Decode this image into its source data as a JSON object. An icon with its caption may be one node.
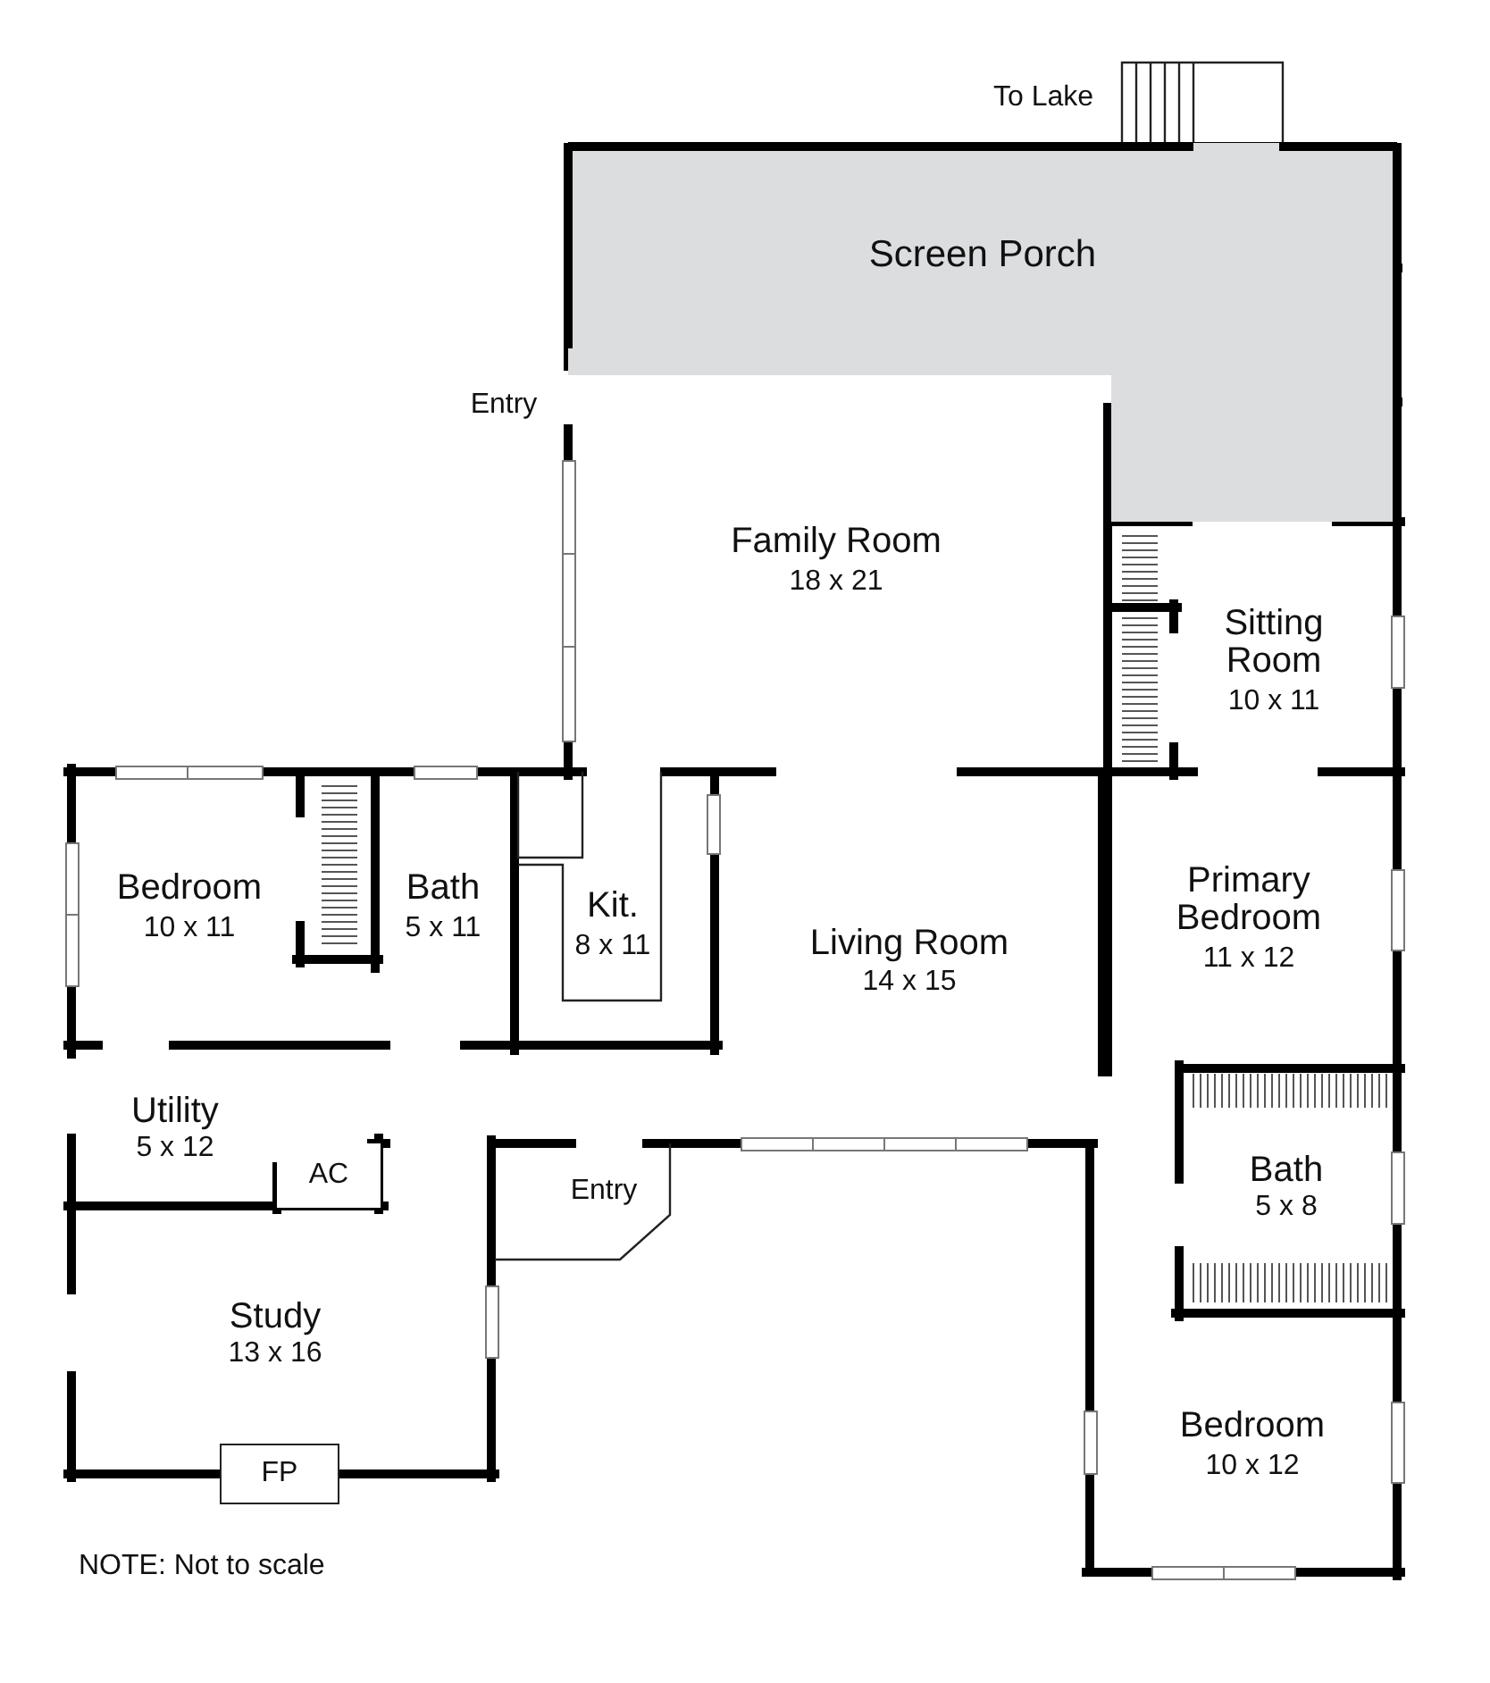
{
  "diagram": {
    "nodes": [
      {
        "text": [
          "Screen Porch"
        ]
      },
      {
        "text": [
          "AC"
        ]
      },
      {
        "text": [
          "FP"
        ]
      }
    ],
    "labels": [
      "To Lake",
      "Entry",
      "Family Room",
      "18 x 21",
      "Sitting Room",
      "10 x 11",
      "Bedroom",
      "10 x 11",
      "Bath",
      "5 x 11",
      "Kit.",
      "8 x 11",
      "Living Room",
      "14 x 15",
      "Primary Bedroom",
      "11 x 12",
      "Utility",
      "5 x 12",
      "Bath",
      "5 x 8",
      "Entry",
      "Study",
      "13 x 16",
      "Bedroom",
      "10 x 12",
      "NOTE: Not to scale"
    ]
  }
}
